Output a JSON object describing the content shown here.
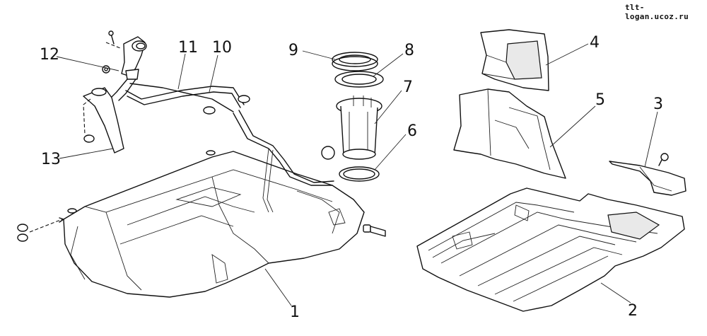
{
  "watermark": "tlt-logan.ucoz.ru",
  "callouts": [
    {
      "id": "1",
      "text": "1"
    },
    {
      "id": "2",
      "text": "2"
    },
    {
      "id": "3",
      "text": "3"
    },
    {
      "id": "4",
      "text": "4"
    },
    {
      "id": "5",
      "text": "5"
    },
    {
      "id": "6",
      "text": "6"
    },
    {
      "id": "7",
      "text": "7"
    },
    {
      "id": "8",
      "text": "8"
    },
    {
      "id": "9",
      "text": "9"
    },
    {
      "id": "10",
      "text": "10"
    },
    {
      "id": "11",
      "text": "11"
    },
    {
      "id": "12",
      "text": "12"
    },
    {
      "id": "13",
      "text": "13"
    }
  ]
}
